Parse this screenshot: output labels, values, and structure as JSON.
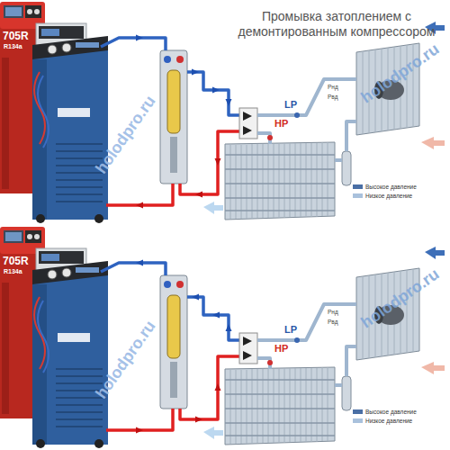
{
  "diagram": {
    "title": "Промывка затоплением с демонтированным компрессором",
    "labels": [
      "holodpro.ru",
      "holodpro.ru",
      "705R",
      "R134a",
      "LP",
      "HP",
      "Pнд",
      "Pвд",
      "holodpro.ru",
      "holodpro.ru",
      "705R",
      "R134a",
      "LP",
      "HP",
      "Pнд",
      "Pвд"
    ],
    "legend": [
      {
        "text": "Высокое давление",
        "color": "#4a6fa5"
      },
      {
        "text": "Низкое давление",
        "color": "#a9c1dc"
      },
      {
        "text": "Высокое давление",
        "color": "#4a6fa5"
      },
      {
        "text": "Низкое давление",
        "color": "#a9c1dc"
      }
    ]
  }
}
